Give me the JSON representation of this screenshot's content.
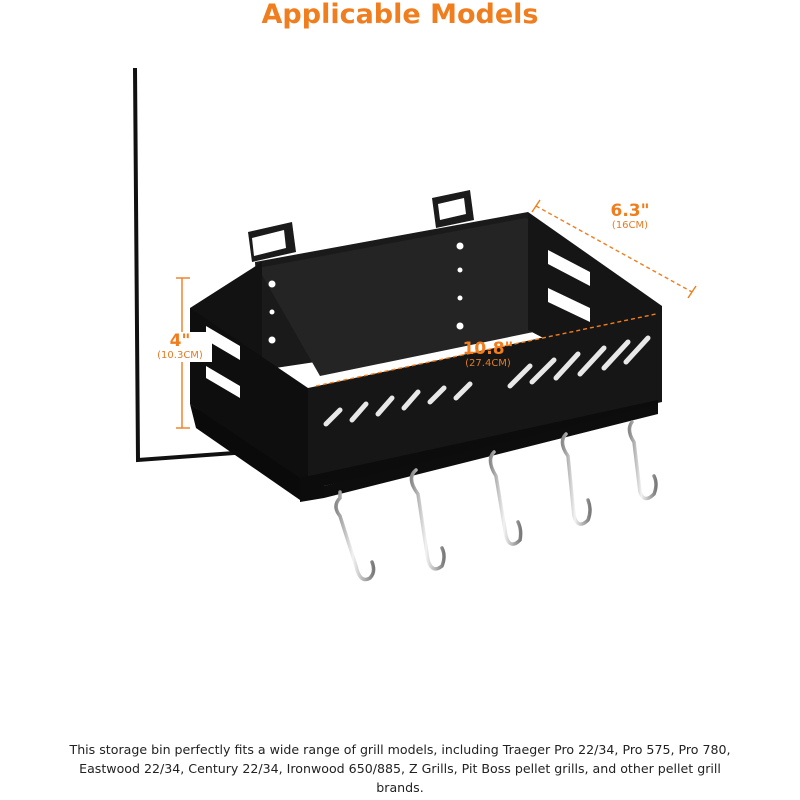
{
  "title": "Applicable Models",
  "dimensions": {
    "depth": {
      "imperial": "6.3\"",
      "metric": "(16CM)"
    },
    "length": {
      "imperial": "10.8\"",
      "metric": "(27.4CM)"
    },
    "height": {
      "imperial": "4\"",
      "metric": "(10.3CM)"
    }
  },
  "caption": "This storage bin perfectly fits a wide range of grill models, including Traeger Pro 22/34, Pro 575, Pro 780, Eastwood 22/34, Century 22/34, Ironwood 650/885, Z Grills, Pit Boss pellet grills, and other pellet grill brands.",
  "colors": {
    "accent": "#f07d1e",
    "bin": "#141414",
    "hook": "#c8c8c8"
  }
}
